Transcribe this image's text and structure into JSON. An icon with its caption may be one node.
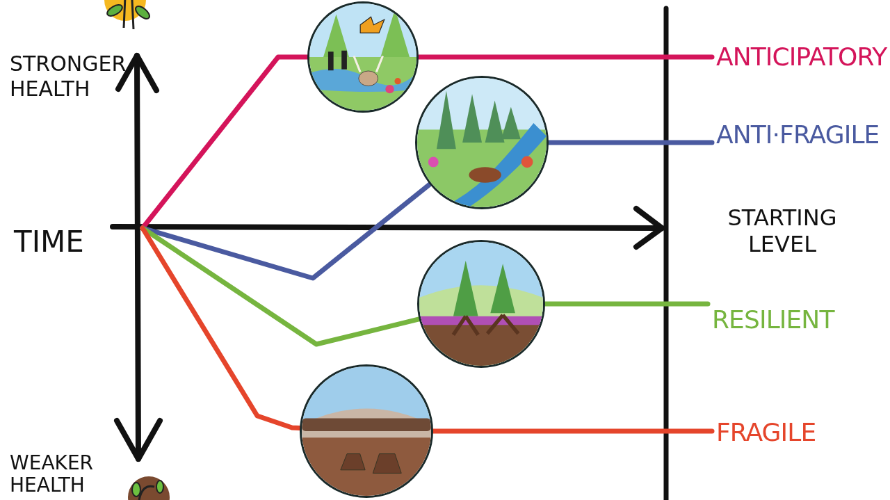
{
  "diagram": {
    "nodes": [
      {
        "text": [],
        "shape": "picture"
      },
      {
        "text": [
          "ANTICIPATORY"
        ]
      },
      {
        "text": [],
        "shape": "picture"
      },
      {
        "text": [
          "ANTI·FRAGILE"
        ]
      },
      {
        "text": [],
        "shape": "picture"
      },
      {
        "text": [
          "RESILIENT"
        ]
      },
      {
        "text": [],
        "shape": "picture"
      },
      {
        "text": [
          "FRAGILE"
        ]
      }
    ],
    "edges": [
      {
        "from": null,
        "to": 0,
        "arrow": "none",
        "color": "#d4145a"
      },
      {
        "from": 0,
        "to": 1,
        "arrow": "none",
        "color": "#d4145a"
      },
      {
        "from": null,
        "to": 2,
        "arrow": "none",
        "color": "#4a5aa0"
      },
      {
        "from": 2,
        "to": 3,
        "arrow": "none",
        "color": "#4a5aa0"
      },
      {
        "from": null,
        "to": 4,
        "arrow": "none",
        "color": "#76b53f"
      },
      {
        "from": 4,
        "to": 5,
        "arrow": "none",
        "color": "#76b53f"
      },
      {
        "from": null,
        "to": 6,
        "arrow": "none",
        "color": "#e5452b"
      },
      {
        "from": 6,
        "to": 7,
        "arrow": "none",
        "color": "#e5452b"
      }
    ],
    "labels": [
      "STRONGER HEALTH",
      "TIME",
      "STARTING LEVEL",
      "WEAKER HEALTH"
    ]
  }
}
